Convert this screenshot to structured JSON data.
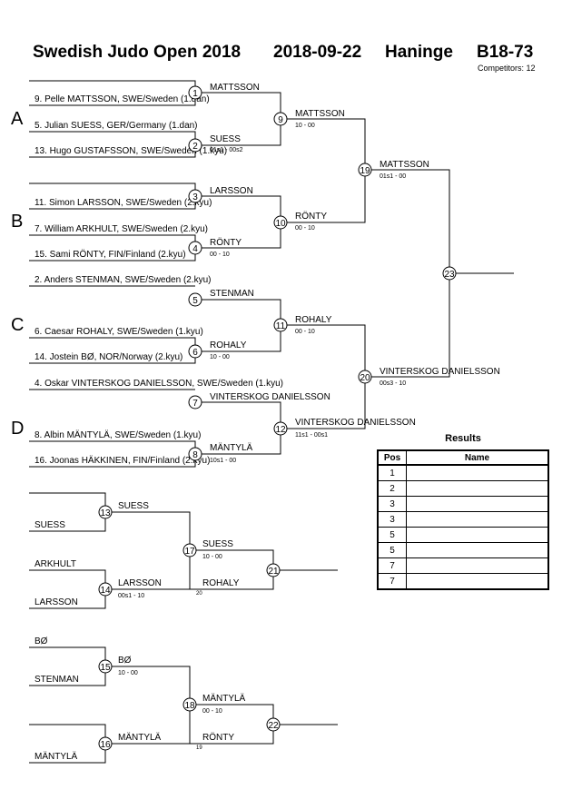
{
  "header": {
    "title": "Swedish Judo Open 2018",
    "date": "2018-09-22",
    "location": "Haninge",
    "category": "B18-73",
    "competitors": "Competitors: 12"
  },
  "pools": [
    "A",
    "B",
    "C",
    "D"
  ],
  "entries": [
    "9. Pelle MATTSSON, SWE/Sweden (1.dan)",
    "5. Julian SUESS, GER/Germany (1.dan)",
    "13. Hugo GUSTAFSSON, SWE/Sweden (1.kyu)",
    "11. Simon LARSSON, SWE/Sweden (2.kyu)",
    "7. William ARKHULT, SWE/Sweden (2.kyu)",
    "15. Sami RÖNTY, FIN/Finland (2.kyu)",
    "2. Anders STENMAN, SWE/Sweden (2.kyu)",
    "6. Caesar ROHALY, SWE/Sweden (1.kyu)",
    "14. Jostein BØ, NOR/Norway (2.kyu)",
    "4. Oskar VINTERSKOG DANIELSSON, SWE/Sweden (1.kyu)",
    "8. Albin MÄNTYLÄ, SWE/Sweden (1.kyu)",
    "16. Joonas HÄKKINEN, FIN/Finland (2.kyu)"
  ],
  "round1": [
    {
      "n": "1",
      "winner": "MATTSSON",
      "score": ""
    },
    {
      "n": "2",
      "winner": "SUESS",
      "score": "01s1 - 00s2"
    },
    {
      "n": "3",
      "winner": "LARSSON",
      "score": ""
    },
    {
      "n": "4",
      "winner": "RÖNTY",
      "score": "00 - 10"
    },
    {
      "n": "5",
      "winner": "STENMAN",
      "score": ""
    },
    {
      "n": "6",
      "winner": "ROHALY",
      "score": "10 - 00"
    },
    {
      "n": "7",
      "winner": "VINTERSKOG DANIELSSON",
      "score": ""
    },
    {
      "n": "8",
      "winner": "MÄNTYLÄ",
      "score": "10s1 - 00"
    }
  ],
  "round2": [
    {
      "n": "9",
      "winner": "MATTSSON",
      "score": "10 - 00"
    },
    {
      "n": "10",
      "winner": "RÖNTY",
      "score": "00 - 10"
    },
    {
      "n": "11",
      "winner": "ROHALY",
      "score": "00 - 10"
    },
    {
      "n": "12",
      "winner": "VINTERSKOG DANIELSSON",
      "score": "11s1 - 00s1"
    }
  ],
  "semis": [
    {
      "n": "19",
      "winner": "MATTSSON",
      "score": "01s1 - 00"
    },
    {
      "n": "20",
      "winner": "VINTERSKOG DANIELSSON",
      "score": "00s3 - 10"
    }
  ],
  "final": {
    "n": "23"
  },
  "repechage": {
    "upper": {
      "r1": [
        {
          "n": "13",
          "a": "",
          "b": "SUESS",
          "winner": "SUESS",
          "score": ""
        },
        {
          "n": "14",
          "a": "ARKHULT",
          "b": "LARSSON",
          "winner": "LARSSON",
          "score": "00s1 - 10"
        }
      ],
      "r2": {
        "n": "17",
        "winner": "SUESS",
        "score": "10 - 00"
      },
      "bronze": {
        "n": "21",
        "opponent": "ROHALY",
        "note": "20"
      }
    },
    "lower": {
      "r1": [
        {
          "n": "15",
          "a": "BØ",
          "b": "STENMAN",
          "winner": "BØ",
          "score": "10 - 00"
        },
        {
          "n": "16",
          "a": "",
          "b": "MÄNTYLÄ",
          "winner": "MÄNTYLÄ",
          "score": ""
        }
      ],
      "r2": {
        "n": "18",
        "winner": "MÄNTYLÄ",
        "score": "00 - 10"
      },
      "bronze": {
        "n": "22",
        "opponent": "RÖNTY",
        "note": "19"
      }
    }
  },
  "results": {
    "title": "Results",
    "col_pos": "Pos",
    "col_name": "Name",
    "rows": [
      {
        "pos": "1",
        "name": ""
      },
      {
        "pos": "2",
        "name": ""
      },
      {
        "pos": "3",
        "name": ""
      },
      {
        "pos": "3",
        "name": ""
      },
      {
        "pos": "5",
        "name": ""
      },
      {
        "pos": "5",
        "name": ""
      },
      {
        "pos": "7",
        "name": ""
      },
      {
        "pos": "7",
        "name": ""
      }
    ]
  }
}
